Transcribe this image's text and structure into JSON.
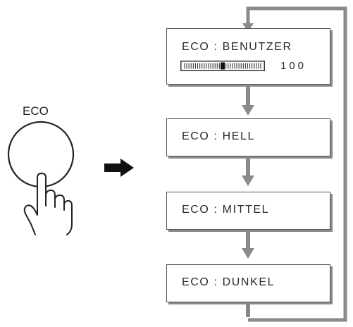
{
  "button": {
    "label": "ECO"
  },
  "menu_states": [
    {
      "label": "ECO : BENUTZER",
      "value": "100",
      "level": 0.5
    },
    {
      "label": "ECO : HELL"
    },
    {
      "label": "ECO : MITTEL"
    },
    {
      "label": "ECO : DUNKEL"
    }
  ]
}
